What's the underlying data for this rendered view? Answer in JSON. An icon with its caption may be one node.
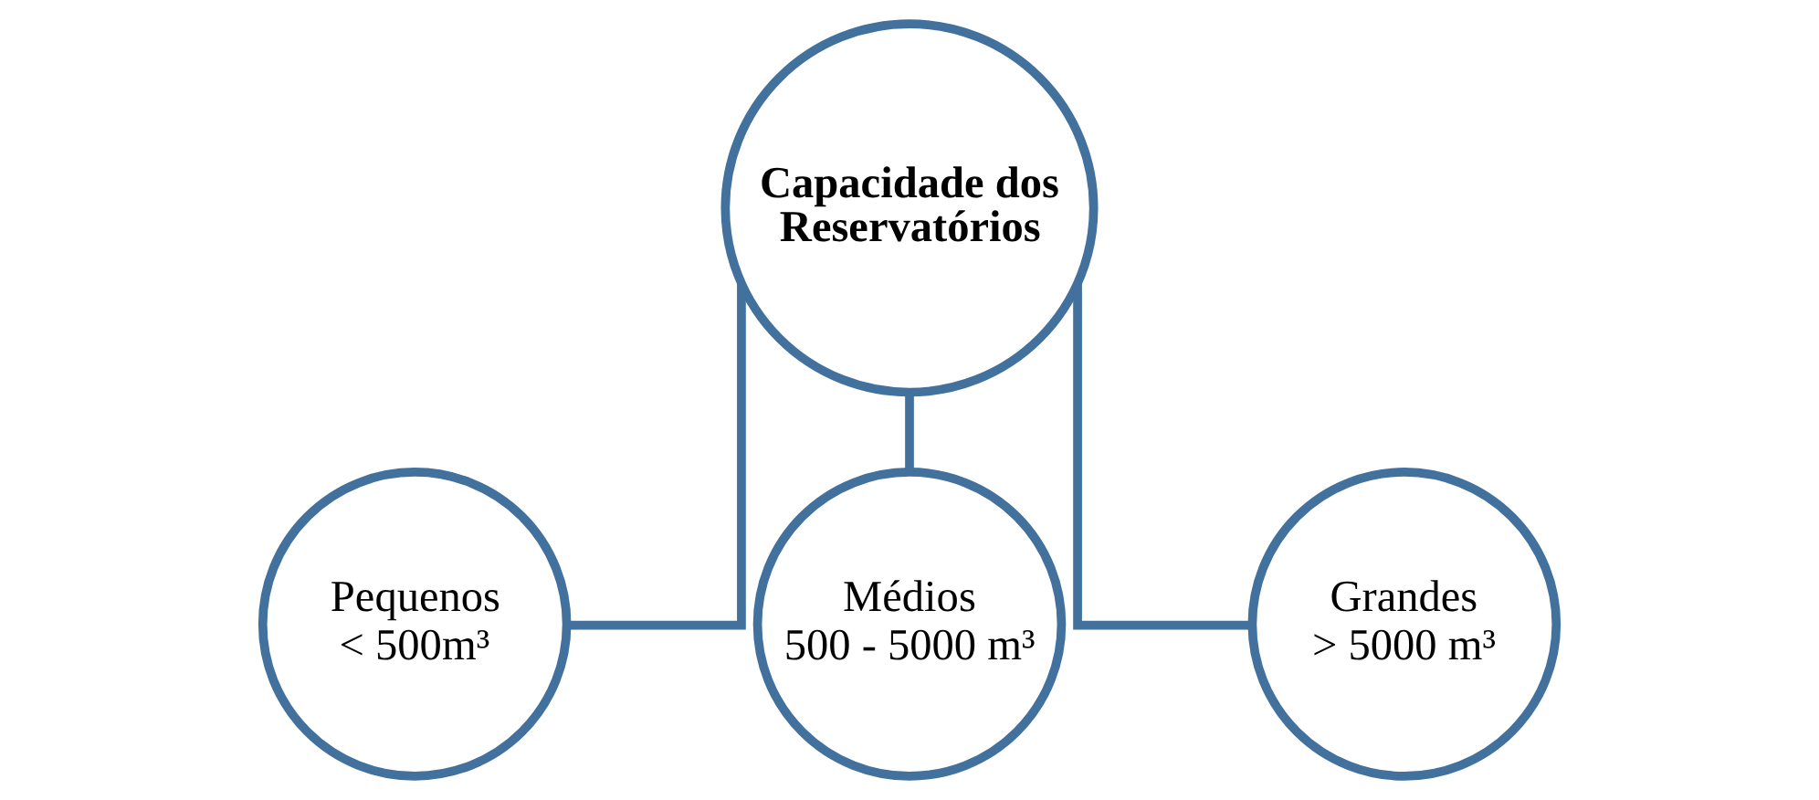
{
  "diagram": {
    "nodes": [
      {
        "text": [
          "Capacidade dos Reservatórios"
        ]
      },
      {
        "text": [
          "Pequenos",
          "< 500m³"
        ]
      },
      {
        "text": [
          "Médios",
          "500 - 5000 m³"
        ]
      },
      {
        "text": [
          "Grandes",
          "> 5000 m³"
        ]
      }
    ],
    "edges": [
      {
        "from": 0,
        "to": 1,
        "arrow": "none"
      },
      {
        "from": 0,
        "to": 2,
        "arrow": "none"
      },
      {
        "from": 0,
        "to": 3,
        "arrow": "none"
      }
    ]
  }
}
